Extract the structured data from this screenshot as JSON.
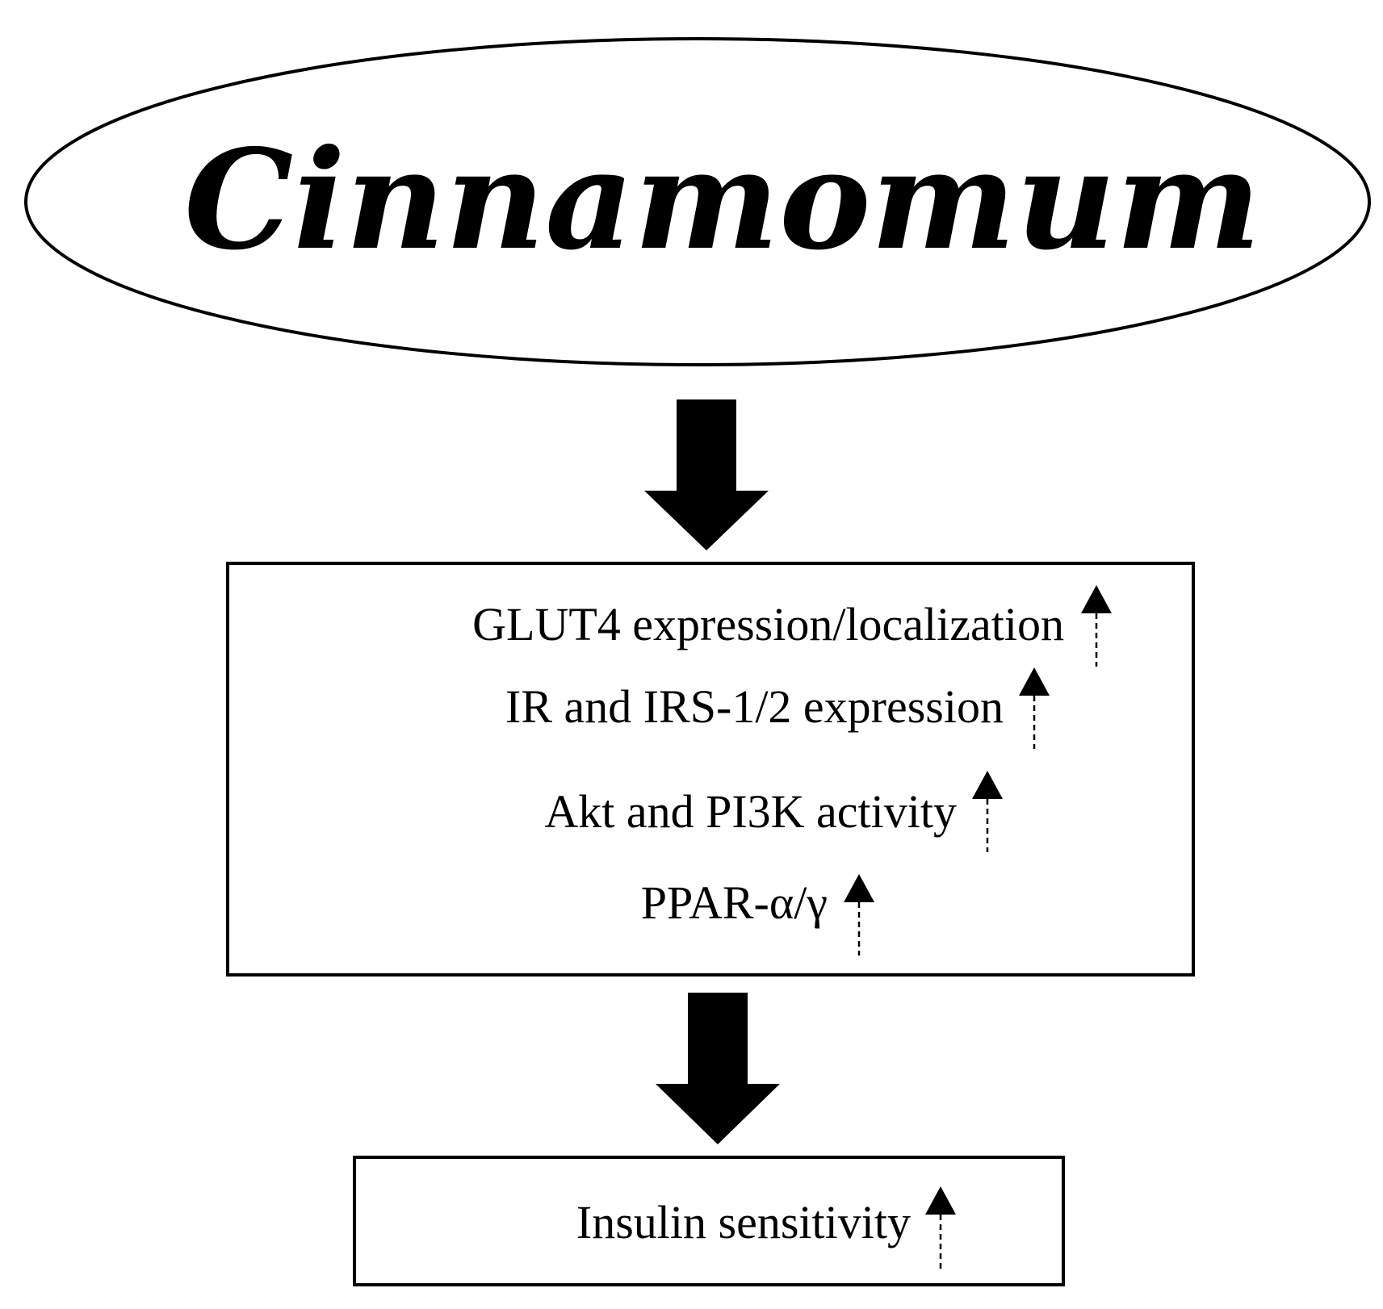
{
  "source": {
    "label": "Cinnamomum"
  },
  "effects": {
    "items": [
      {
        "label": "GLUT4 expression/localization",
        "trend": "up"
      },
      {
        "label": "IR and IRS-1/2 expression",
        "trend": "up"
      },
      {
        "label": "Akt and PI3K activity",
        "trend": "up"
      },
      {
        "label": "PPAR-α/γ",
        "trend": "up"
      }
    ]
  },
  "outcome": {
    "label": "Insulin sensitivity",
    "trend": "up"
  },
  "colors": {
    "ink": "#000000",
    "background": "#ffffff"
  }
}
